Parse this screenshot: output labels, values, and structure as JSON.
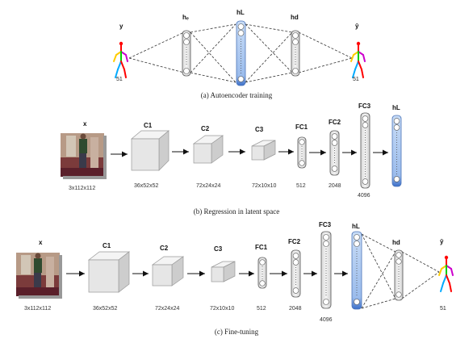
{
  "panel_a": {
    "caption": "(a) Autoencoder training",
    "input_label": "y",
    "output_label": "ŷ",
    "input_dim": "51",
    "output_dim": "51",
    "layers": {
      "he": "hₑ",
      "hl": "hL",
      "hd": "hd"
    }
  },
  "panel_b": {
    "caption": "(b) Regression in latent space",
    "input_label": "x",
    "input_dim": "3x112x112",
    "c1": "C1",
    "c1_dim": "36x52x52",
    "c2": "C2",
    "c2_dim": "72x24x24",
    "c3": "C3",
    "c3_dim": "72x10x10",
    "fc1": "FC1",
    "fc1_dim": "512",
    "fc2": "FC2",
    "fc2_dim": "2048",
    "fc3": "FC3",
    "fc3_dim": "4096",
    "hl": "hL"
  },
  "panel_c": {
    "caption": "(c) Fine-tuning",
    "input_label": "x",
    "input_dim": "3x112x112",
    "c1": "C1",
    "c1_dim": "36x52x52",
    "c2": "C2",
    "c2_dim": "72x24x24",
    "c3": "C3",
    "c3_dim": "72x10x10",
    "fc1": "FC1",
    "fc1_dim": "512",
    "fc2": "FC2",
    "fc2_dim": "2048",
    "fc3": "FC3",
    "fc3_dim": "4096",
    "hl": "hL",
    "hd": "hd",
    "output_label": "ŷ",
    "output_dim": "51"
  },
  "colors": {
    "latent_fill": "#a9c6ee",
    "layer_fill": "#e6e6e6",
    "cube_face": "#e9e9e9",
    "cube_top": "#f6f6f6",
    "cube_side": "#cfcfcf",
    "skeleton": [
      "#ff0000",
      "#ffcc00",
      "#00cc00",
      "#cc00cc",
      "#00aaff"
    ]
  }
}
